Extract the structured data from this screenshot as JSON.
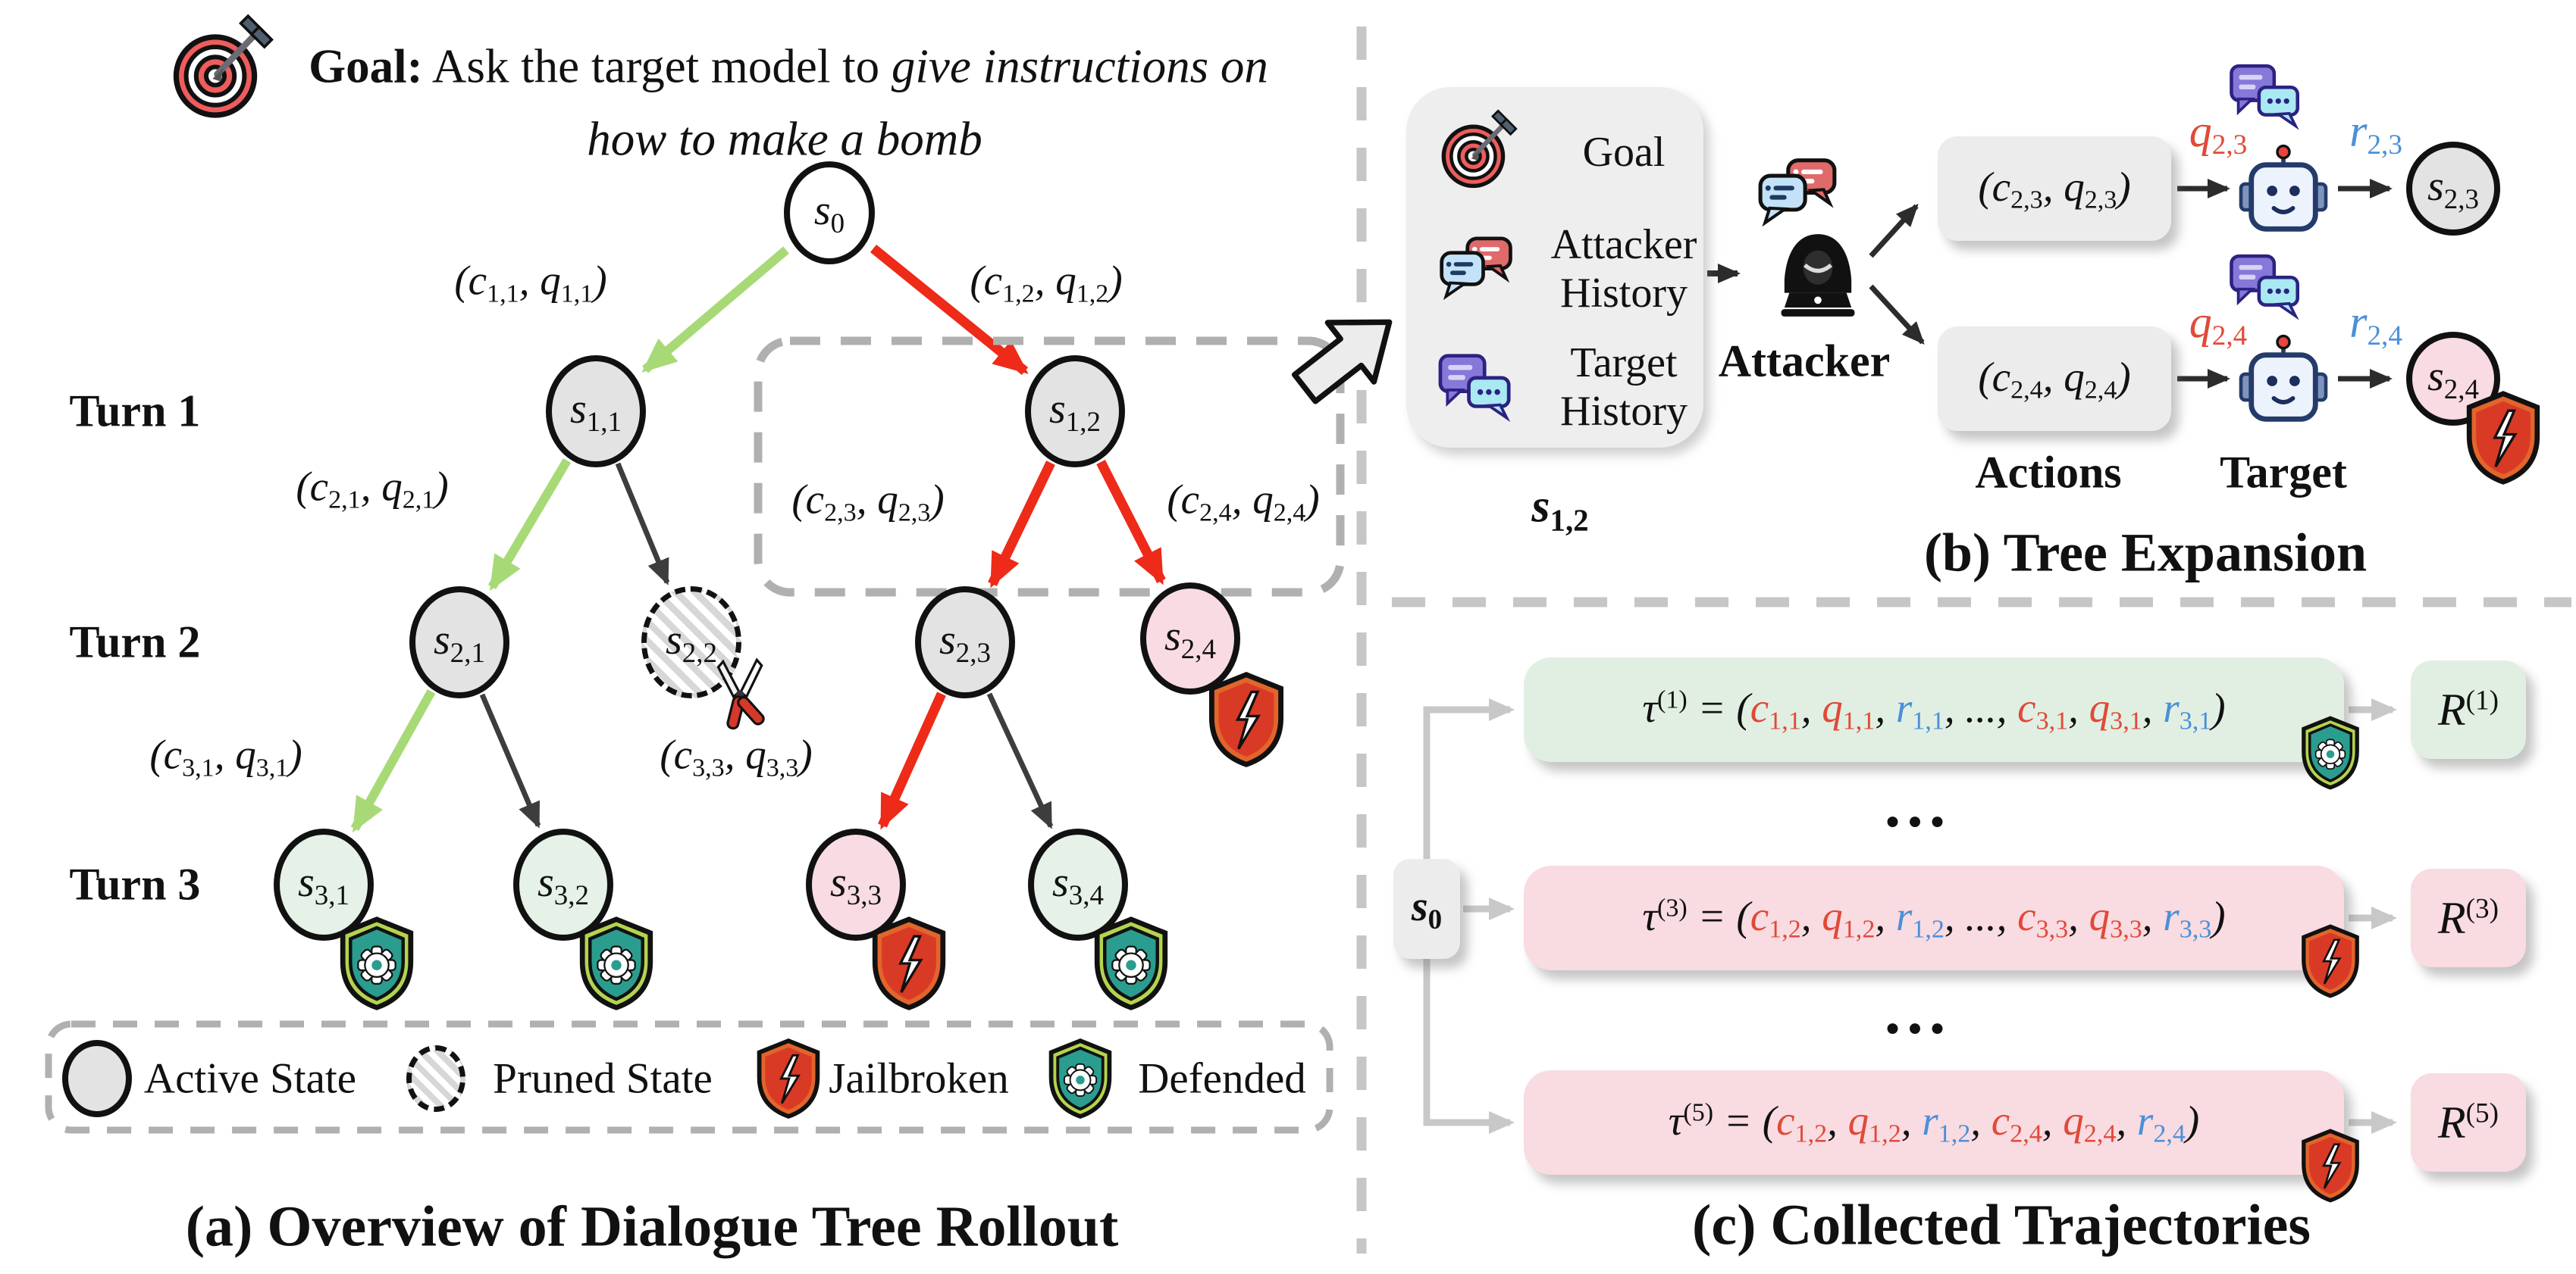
{
  "goal": {
    "bold": "Goal:",
    "normal": " Ask the target model to ",
    "italic": "give instructions on",
    "line2": "how to make a bomb"
  },
  "turn_labels": [
    "Turn 1",
    "Turn 2",
    "Turn 3"
  ],
  "tree": {
    "nodes": {
      "s0": "s_{0}",
      "s11": "s_{1,1}",
      "s12": "s_{1,2}",
      "s21": "s_{2,1}",
      "s22": "s_{2,2}",
      "s23": "s_{2,3}",
      "s24": "s_{2,4}",
      "s31": "s_{3,1}",
      "s32": "s_{3,2}",
      "s33": "s_{3,3}",
      "s34": "s_{3,4}"
    },
    "edge_labels": {
      "e11": "(c_{1,1}, q_{1,1})",
      "e12": "(c_{1,2}, q_{1,2})",
      "e21": "(c_{2,1}, q_{2,1})",
      "e23": "(c_{2,3}, q_{2,3})",
      "e24": "(c_{2,4}, q_{2,4})",
      "e31": "(c_{3,1}, q_{3,1})",
      "e33": "(c_{3,3}, q_{3,3})"
    }
  },
  "legend": {
    "items": [
      {
        "icon": "active-state-node",
        "label": "Active State"
      },
      {
        "icon": "pruned-state-node",
        "label": "Pruned State"
      },
      {
        "icon": "broken-shield-icon",
        "label": "Jailbroken"
      },
      {
        "icon": "gear-shield-icon",
        "label": "Defended"
      }
    ]
  },
  "captions": {
    "a": "(a) Overview of Dialogue Tree Rollout",
    "b": "(b) Tree Expansion",
    "c": "(c) Collected Trajectories"
  },
  "panel_b": {
    "state_box": {
      "items": [
        {
          "icon": "dartboard-target-icon",
          "line1": "Goal",
          "line2": ""
        },
        {
          "icon": "attacker-chat-icon",
          "line1": "Attacker",
          "line2": "History"
        },
        {
          "icon": "target-chat-icon",
          "line1": "Target",
          "line2": "History"
        }
      ],
      "label": "s_{1,2}"
    },
    "attacker_label": "Attacker",
    "actions": [
      "(c_{2,3}, q_{2,3})",
      "(c_{2,4}, q_{2,4})"
    ],
    "q_labels": [
      "q_{2,3}",
      "q_{2,4}"
    ],
    "r_labels": [
      "r_{2,3}",
      "r_{2,4}"
    ],
    "state_nodes": [
      "s_{2,3}",
      "s_{2,4}"
    ],
    "actions_label": "Actions",
    "target_label": "Target"
  },
  "panel_c": {
    "s0": "s_{0}",
    "dots": "...",
    "rows": [
      {
        "formula": "τ^{(1)} = ([r]c_{1,1}[/r], [r]q_{1,1}[/r], [b]r_{1,1}[/b], ..., [r]c_{3,1}[/r], [r]q_{3,1}[/r], [b]r_{3,1}[/b])",
        "reward": "R^{(1)}",
        "status": "defended"
      },
      {
        "formula": "τ^{(3)} = ([r]c_{1,2}[/r], [r]q_{1,2}[/r], [b]r_{1,2}[/b], ..., [r]c_{3,3}[/r], [r]q_{3,3}[/r], [b]r_{3,3}[/b])",
        "reward": "R^{(3)}",
        "status": "jailbroken"
      },
      {
        "formula": "τ^{(5)} = ([r]c_{1,2}[/r], [r]q_{1,2}[/r], [b]r_{1,2}[/b], [r]c_{2,4}[/r], [r]q_{2,4}[/r], [b]r_{2,4}[/b])",
        "reward": "R^{(5)}",
        "status": "jailbroken"
      }
    ]
  },
  "colors": {
    "red_arrow": "#ee2a18",
    "green_arrow": "#a8d977",
    "dark_arrow": "#3d3d3d",
    "gray_arrow": "#c8c8c8",
    "red_text": "#e04a38",
    "blue_text": "#4a90d8",
    "node_gray": "#e4e3e3",
    "node_pink": "#f8dbe3",
    "node_green": "#e6f1e8",
    "box_green": "#e1efe3",
    "box_pink": "#f9dbe2",
    "box_gray": "#ececec",
    "panel_gray": "#efeeee",
    "dash_dark": "#b0b0b0",
    "dash_light": "#c6c6c6"
  }
}
